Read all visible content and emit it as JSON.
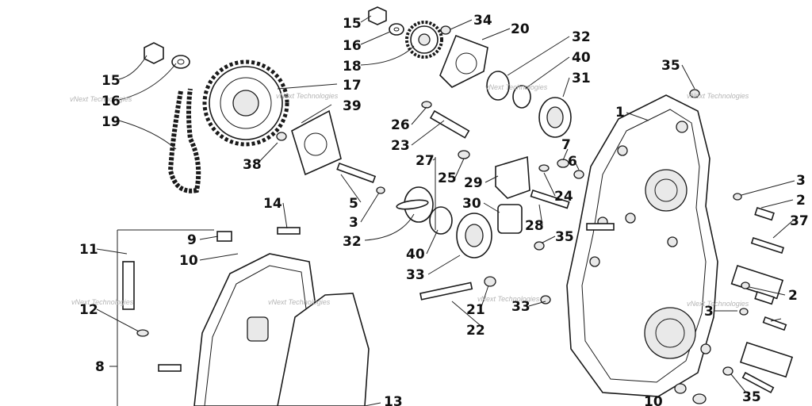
{
  "callouts": {
    "c1": "1",
    "c2a": "2",
    "c2b": "2",
    "c3a": "3",
    "c3b": "3",
    "c3c": "3",
    "c5": "5",
    "c6": "6",
    "c7": "7",
    "c8": "8",
    "c9": "9",
    "c10a": "10",
    "c10b": "10",
    "c11": "11",
    "c12": "12",
    "c13": "13",
    "c14": "14",
    "c15a": "15",
    "c15b": "15",
    "c16a": "16",
    "c16b": "16",
    "c17": "17",
    "c18": "18",
    "c19": "19",
    "c20": "20",
    "c21": "21",
    "c22": "22",
    "c23": "23",
    "c24": "24",
    "c25": "25",
    "c26": "26",
    "c27": "27",
    "c28": "28",
    "c29": "29",
    "c30": "30",
    "c31": "31",
    "c32a": "32",
    "c32b": "32",
    "c33a": "33",
    "c33b": "33",
    "c34": "34",
    "c35a": "35",
    "c35b": "35",
    "c35c": "35",
    "c37": "37",
    "c38": "38",
    "c39": "39",
    "c40a": "40",
    "c40b": "40"
  },
  "watermark": "vNext Technologies",
  "colors": {
    "ink": "#111111",
    "watermark": "#b4b4b4",
    "background": "#ffffff"
  }
}
